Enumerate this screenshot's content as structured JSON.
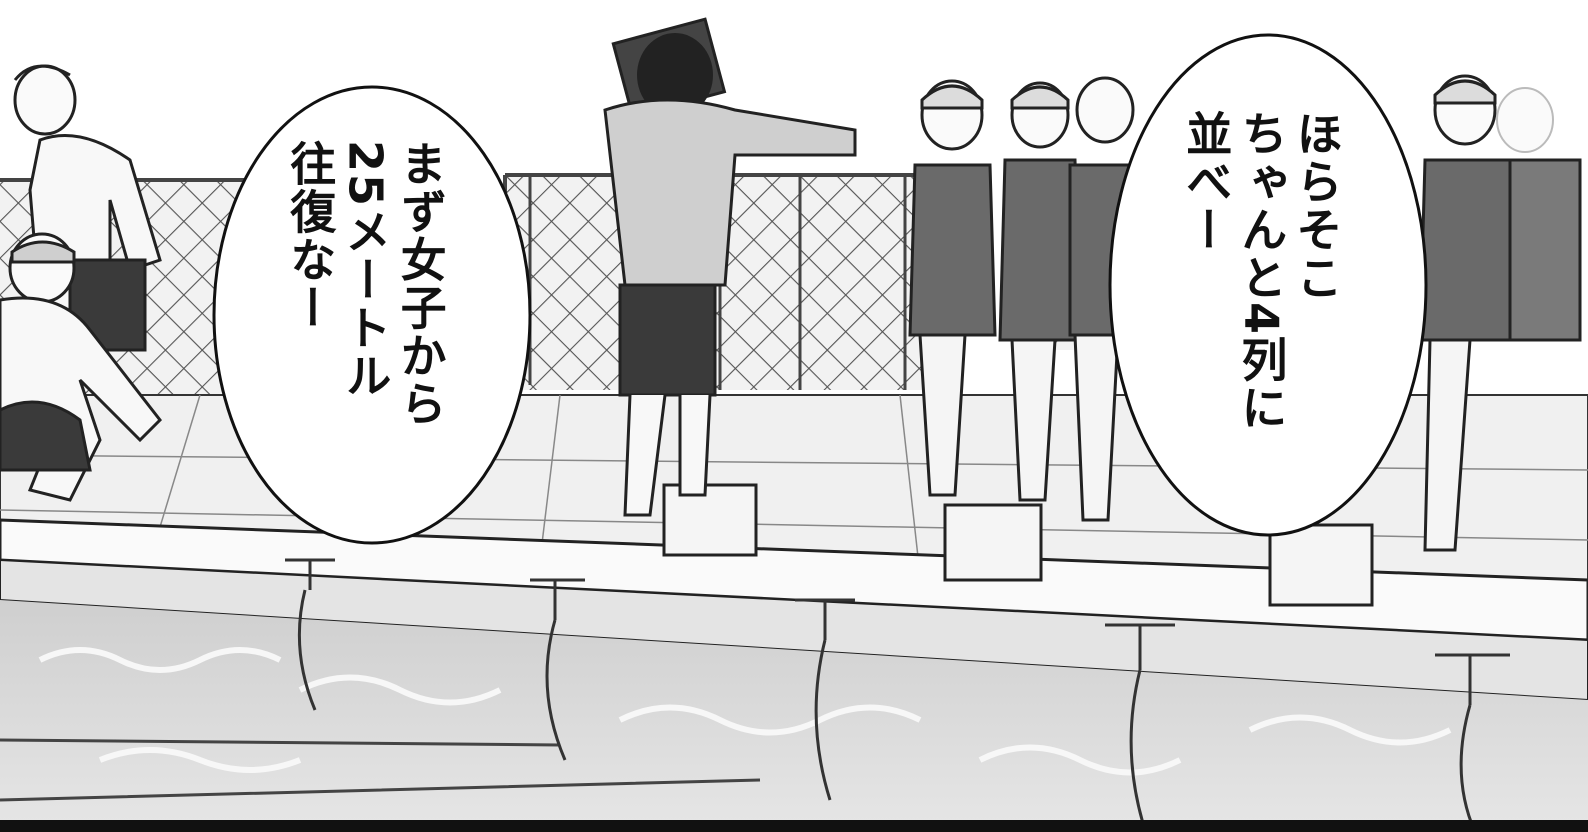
{
  "bubbles": {
    "left": {
      "lines": [
        "まず女子から",
        "25メートル",
        "往復なー"
      ]
    },
    "right": {
      "lines": [
        "ほらそこ",
        "ちゃんと4列に",
        "並べー"
      ]
    }
  },
  "colors": {
    "ink": "#111111",
    "paper": "#ffffff",
    "swimsuit": "#6a6a6a",
    "shorts": "#3a3a3a",
    "water": "#d8d8d8",
    "deck": "#efefef"
  }
}
